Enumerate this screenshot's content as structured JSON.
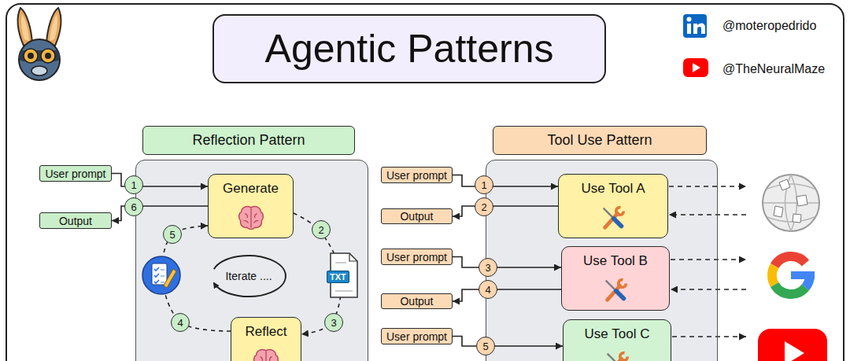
{
  "diagram": {
    "title": "Agentic Patterns",
    "nodes": [
      {
        "text": [
          "Reflection Pattern"
        ]
      },
      {
        "text": [
          "User prompt"
        ]
      },
      {
        "text": [
          "Output"
        ]
      },
      {
        "text": [
          "Generate"
        ],
        "in": 0
      },
      {
        "text": [
          "Iterate ...."
        ],
        "in": 0
      },
      {
        "text": [
          "Reflect"
        ],
        "in": 0
      },
      {
        "text": [
          "Tool Use Pattern"
        ]
      },
      {
        "text": [
          "User prompt"
        ]
      },
      {
        "text": [
          "Output"
        ]
      },
      {
        "text": [
          "Use Tool A"
        ],
        "in": 6
      },
      {
        "text": [
          "User prompt"
        ]
      },
      {
        "text": [
          "Output"
        ]
      },
      {
        "text": [
          "Use Tool B"
        ],
        "in": 6
      },
      {
        "text": [
          "User prompt"
        ]
      },
      {
        "text": [
          "Use Tool C"
        ],
        "in": 6
      }
    ],
    "edges": [
      {
        "from": 1,
        "to": 3,
        "label": "1",
        "arrow": "to"
      },
      {
        "from": 3,
        "to": 2,
        "label": "6",
        "arrow": "to"
      },
      {
        "from": 3,
        "to": 5,
        "label": "2",
        "arrow": "to"
      },
      {
        "from": 5,
        "to": 3,
        "label": "4",
        "arrow": "to"
      },
      {
        "from": 7,
        "to": 9,
        "label": "1",
        "arrow": "to"
      },
      {
        "from": 9,
        "to": 8,
        "label": "2",
        "arrow": "to"
      },
      {
        "from": 10,
        "to": 12,
        "label": "3",
        "arrow": "to"
      },
      {
        "from": 12,
        "to": 11,
        "label": "4",
        "arrow": "to"
      },
      {
        "from": 13,
        "to": 14,
        "label": "5",
        "arrow": "to"
      }
    ],
    "labels": [
      "@moteropedrido",
      "@TheNeuralMaze",
      "TXT",
      "3",
      "5"
    ]
  }
}
